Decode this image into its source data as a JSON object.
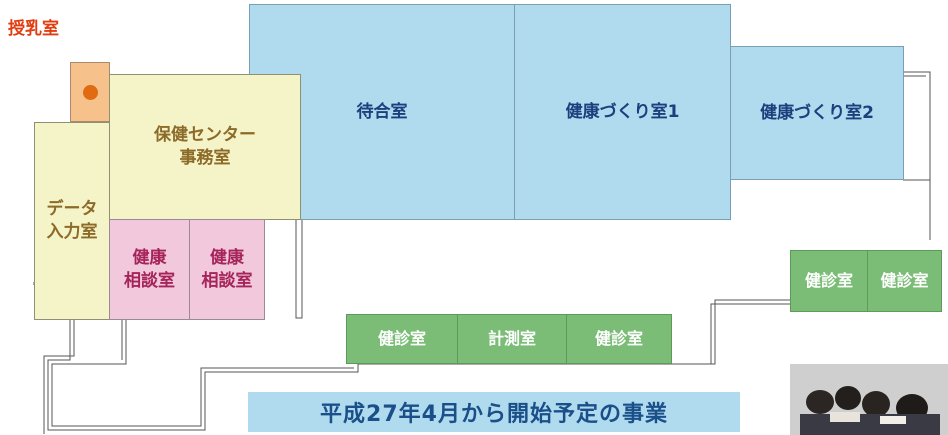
{
  "rooms": {
    "nursing_room": "授乳室",
    "waiting_room": "待合室",
    "health_room_1": "健康づくり室1",
    "health_room_2": "健康づくり室2",
    "office_line1": "保健センター",
    "office_line2": "事務室",
    "data_entry_line1": "データ",
    "data_entry_line2": "入力室",
    "consult_line1": "健康",
    "consult_line2": "相談室",
    "exam_room": "健診室",
    "measurement_room": "計測室"
  },
  "banner": "平成27年4月から開始予定の事業",
  "colors": {
    "waiting_blue": "#b0dbee",
    "office_yellow": "#f5f3c8",
    "consult_pink": "#f1c8dc",
    "exam_green": "#7bbd77",
    "nursing_orange": "#f7c18c",
    "label_red": "#e23d10"
  }
}
